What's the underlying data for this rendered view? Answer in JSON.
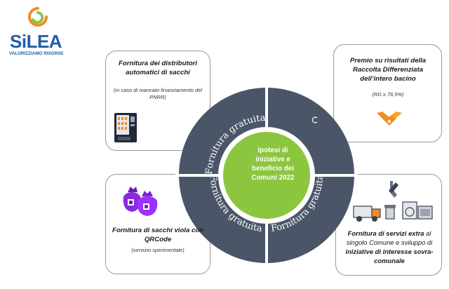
{
  "logo": {
    "name": "SiLEA",
    "tagline": "VALORIZZIAMO RISORSE"
  },
  "ring_labels": {
    "top_left": "Fornitura gratuita",
    "bottom_left": "Fornitura gratuita",
    "bottom_right": "Fornitura gratuita"
  },
  "center": {
    "text": "Ipotesi di iniziative e beneficio dei Comuni 2022"
  },
  "cards": {
    "top_left": {
      "title": "Fornitura dei distributori automatici di sacchi",
      "note": "(in caso di mancato finanziamento del PNRR)",
      "icon": "vending-machine-icon"
    },
    "top_right": {
      "title": "Premio su risultati della Raccolta Differenziata dell’intero bacino",
      "note": "(RD ≥ 76,5%)",
      "icon": "handshake-icon"
    },
    "bottom_left": {
      "title": "Fornitura di sacchi viola con QRCode",
      "note": "(servizio sperimentale)",
      "icon": "purple-bags-icon"
    },
    "bottom_right": {
      "part1": "Fornitura di servizi extra",
      "part2": " al singolo Comune e sviluppo di ",
      "part3": "iniziative di interesse sovra-comunale",
      "icon": "services-tools-icon"
    }
  },
  "colors": {
    "ring": "#4a5568",
    "center": "#8cc63f",
    "accent_orange": "#f28c28",
    "bag_purple": "#8a2be2",
    "logo_blue": "#1f5ea8"
  }
}
